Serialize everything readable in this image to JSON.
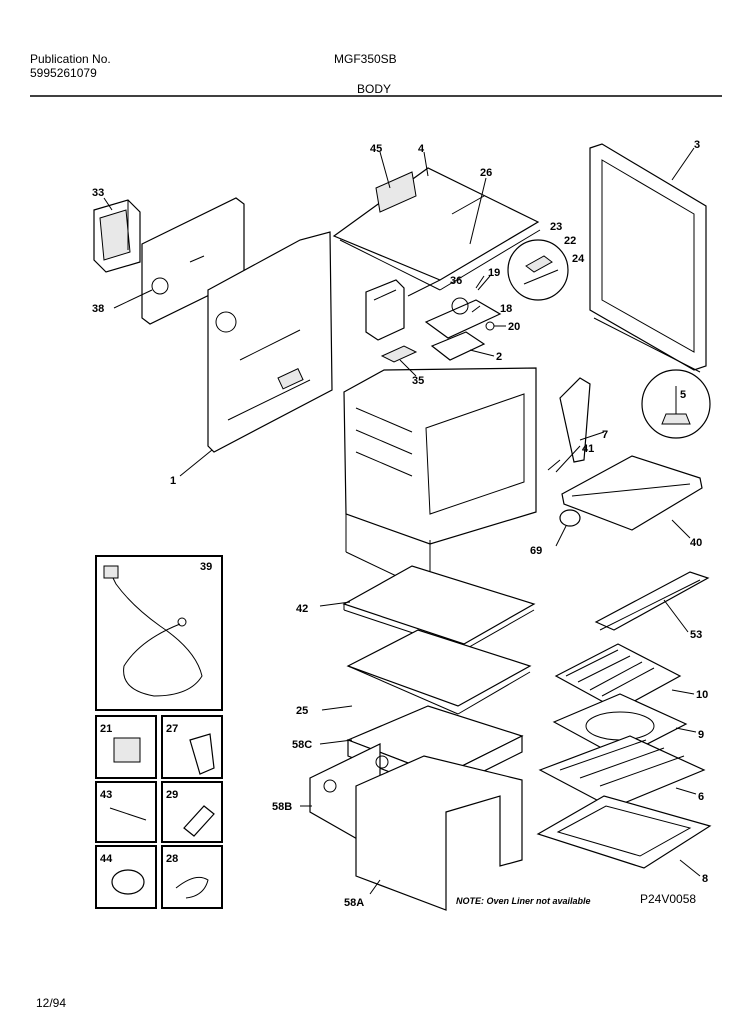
{
  "header": {
    "publication_label": "Publication No.",
    "publication_number": "5995261079",
    "model": "MGF350SB",
    "section": "BODY"
  },
  "footer": {
    "date": "12/94",
    "note": "NOTE: Oven Liner not available",
    "diagram_code": "P24V0058"
  },
  "callouts": {
    "c45": "45",
    "c4": "4",
    "c26": "26",
    "c3": "3",
    "c33": "33",
    "c23": "23",
    "c22": "22",
    "c24": "24",
    "c38": "38",
    "c36": "36",
    "c19": "19",
    "c18": "18",
    "c20": "20",
    "c2": "2",
    "c35": "35",
    "c5": "5",
    "c7": "7",
    "c41": "41",
    "c1": "1",
    "c40": "40",
    "c69": "69",
    "c39": "39",
    "c42": "42",
    "c53": "53",
    "c10": "10",
    "c25": "25",
    "c9": "9",
    "c58c": "58C",
    "c21": "21",
    "c27": "27",
    "c6": "6",
    "c58b": "58B",
    "c43": "43",
    "c29": "29",
    "c8": "8",
    "c44": "44",
    "c28": "28",
    "c58a": "58A"
  }
}
